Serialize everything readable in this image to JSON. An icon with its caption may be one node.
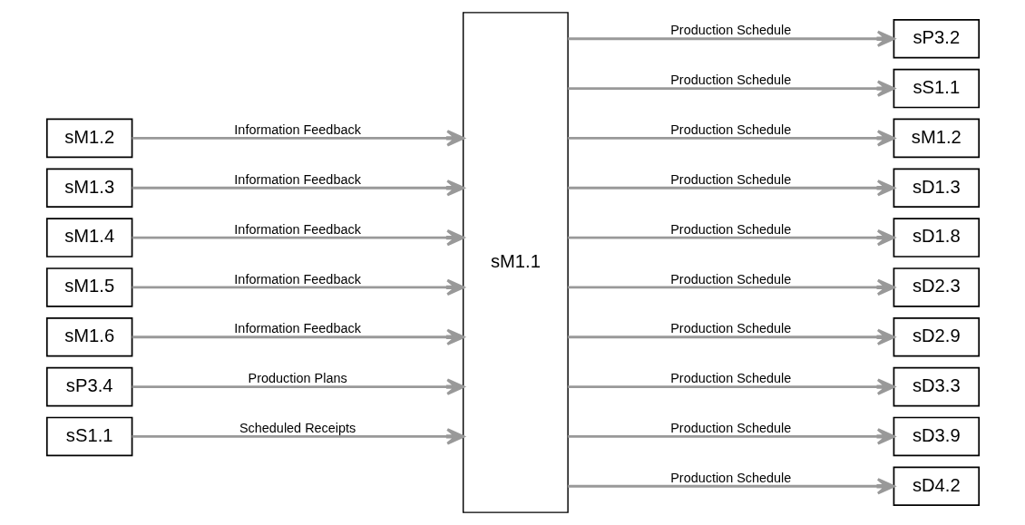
{
  "diagram": {
    "nodes": [
      {
        "text": [
          "sM1.2"
        ]
      },
      {
        "text": [
          "sM1.3"
        ]
      },
      {
        "text": [
          "sM1.4"
        ]
      },
      {
        "text": [
          "sM1.5"
        ]
      },
      {
        "text": [
          "sM1.6"
        ]
      },
      {
        "text": [
          "sP3.4"
        ]
      },
      {
        "text": [
          "sS1.1"
        ]
      },
      {
        "text": [
          "sM1.1"
        ]
      },
      {
        "text": [
          "sP3.2"
        ]
      },
      {
        "text": [
          "sS1.1"
        ]
      },
      {
        "text": [
          "sM1.2"
        ]
      },
      {
        "text": [
          "sD1.3"
        ]
      },
      {
        "text": [
          "sD1.8"
        ]
      },
      {
        "text": [
          "sD2.3"
        ]
      },
      {
        "text": [
          "sD2.9"
        ]
      },
      {
        "text": [
          "sD3.3"
        ]
      },
      {
        "text": [
          "sD3.9"
        ]
      },
      {
        "text": [
          "sD4.2"
        ]
      }
    ],
    "edges": [
      {
        "from": 0,
        "to": 7,
        "arrow": "to",
        "label": "Information Feedback"
      },
      {
        "from": 1,
        "to": 7,
        "arrow": "to",
        "label": "Information Feedback"
      },
      {
        "from": 2,
        "to": 7,
        "arrow": "to",
        "label": "Information Feedback"
      },
      {
        "from": 3,
        "to": 7,
        "arrow": "to",
        "label": "Information Feedback"
      },
      {
        "from": 4,
        "to": 7,
        "arrow": "to",
        "label": "Information Feedback"
      },
      {
        "from": 5,
        "to": 7,
        "arrow": "to",
        "label": "Production Plans"
      },
      {
        "from": 6,
        "to": 7,
        "arrow": "to",
        "label": "Scheduled Receipts"
      },
      {
        "from": 7,
        "to": 8,
        "arrow": "to",
        "label": "Production Schedule"
      },
      {
        "from": 7,
        "to": 9,
        "arrow": "to",
        "label": "Production Schedule"
      },
      {
        "from": 7,
        "to": 10,
        "arrow": "to",
        "label": "Production Schedule"
      },
      {
        "from": 7,
        "to": 11,
        "arrow": "to",
        "label": "Production Schedule"
      },
      {
        "from": 7,
        "to": 12,
        "arrow": "to",
        "label": "Production Schedule"
      },
      {
        "from": 7,
        "to": 13,
        "arrow": "to",
        "label": "Production Schedule"
      },
      {
        "from": 7,
        "to": 14,
        "arrow": "to",
        "label": "Production Schedule"
      },
      {
        "from": 7,
        "to": 15,
        "arrow": "to",
        "label": "Production Schedule"
      },
      {
        "from": 7,
        "to": 16,
        "arrow": "to",
        "label": "Production Schedule"
      },
      {
        "from": 7,
        "to": 17,
        "arrow": "to",
        "label": "Production Schedule"
      }
    ]
  }
}
